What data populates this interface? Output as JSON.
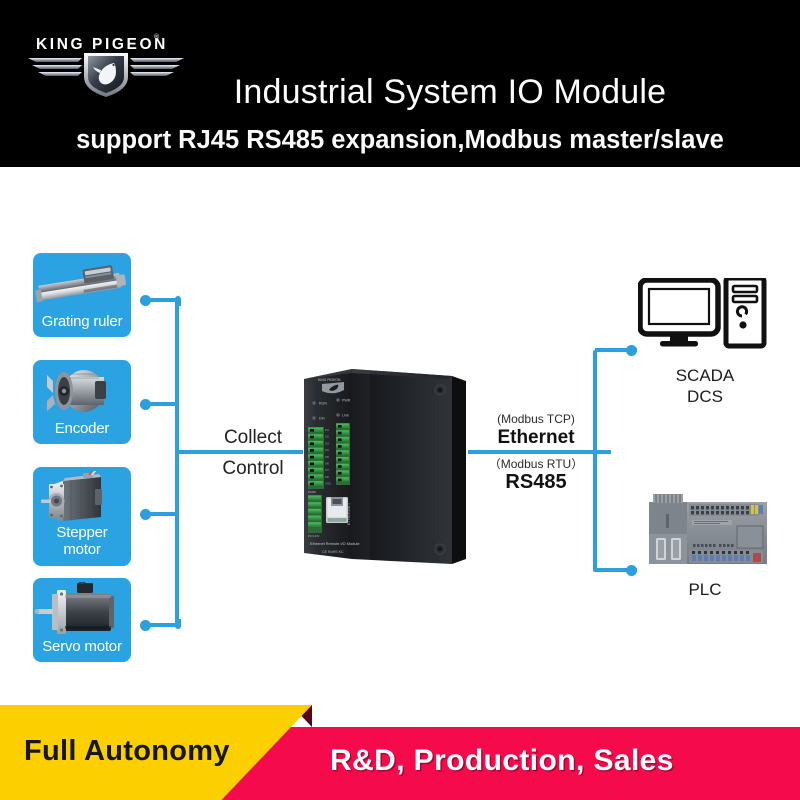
{
  "header": {
    "logo_text": "KING PIGEON",
    "logo_reg": "®",
    "title": "Industrial System IO Module",
    "subtitle": "support RJ45 RS485 expansion,Modbus master/slave",
    "bg_color": "#000000",
    "text_color": "#ffffff"
  },
  "diagram": {
    "accent_color": "#2c9fdd",
    "card_color": "#2ba3e3",
    "left_devices": [
      {
        "id": "grating-ruler",
        "label": "Grating ruler",
        "icon": "linear-encoder-icon"
      },
      {
        "id": "encoder",
        "label": "Encoder",
        "icon": "rotary-encoder-icon"
      },
      {
        "id": "stepper-motor",
        "label": "Stepper motor",
        "label_line1": "Stepper",
        "label_line2": "motor",
        "icon": "stepper-motor-icon"
      },
      {
        "id": "servo-motor",
        "label": "Servo motor",
        "icon": "servo-motor-icon"
      }
    ],
    "left_link": {
      "line1": "Collect",
      "line2": "Control"
    },
    "module": {
      "brand": "KING PIGEON",
      "product_text": "Ethernet Remote I/O Module",
      "cert_text": "CE  RoHS  KC",
      "leds": [
        "RUN",
        "PWR",
        "DIn",
        "LInk"
      ],
      "port": "RJ45",
      "side_text": "ETHERNET"
    },
    "right_link": {
      "protocol_top": "(Modbus TCP)",
      "bus_top": "Ethernet",
      "protocol_bottom": "（Modbus RTU）",
      "bus_bottom": "RS485"
    },
    "right_devices": [
      {
        "id": "scada-dcs",
        "label_line1": "SCADA",
        "label_line2": "DCS",
        "icon": "computer-monitor-tower-icon"
      },
      {
        "id": "plc",
        "label_line1": "PLC",
        "label_line2": "",
        "icon": "plc-controller-icon"
      }
    ]
  },
  "footer": {
    "left_text": "Full Autonomy",
    "right_text": "R&D, Production, Sales",
    "left_bg": "#fbcf00",
    "right_bg": "#f50a4c",
    "wedge_color": "#5a0018"
  }
}
